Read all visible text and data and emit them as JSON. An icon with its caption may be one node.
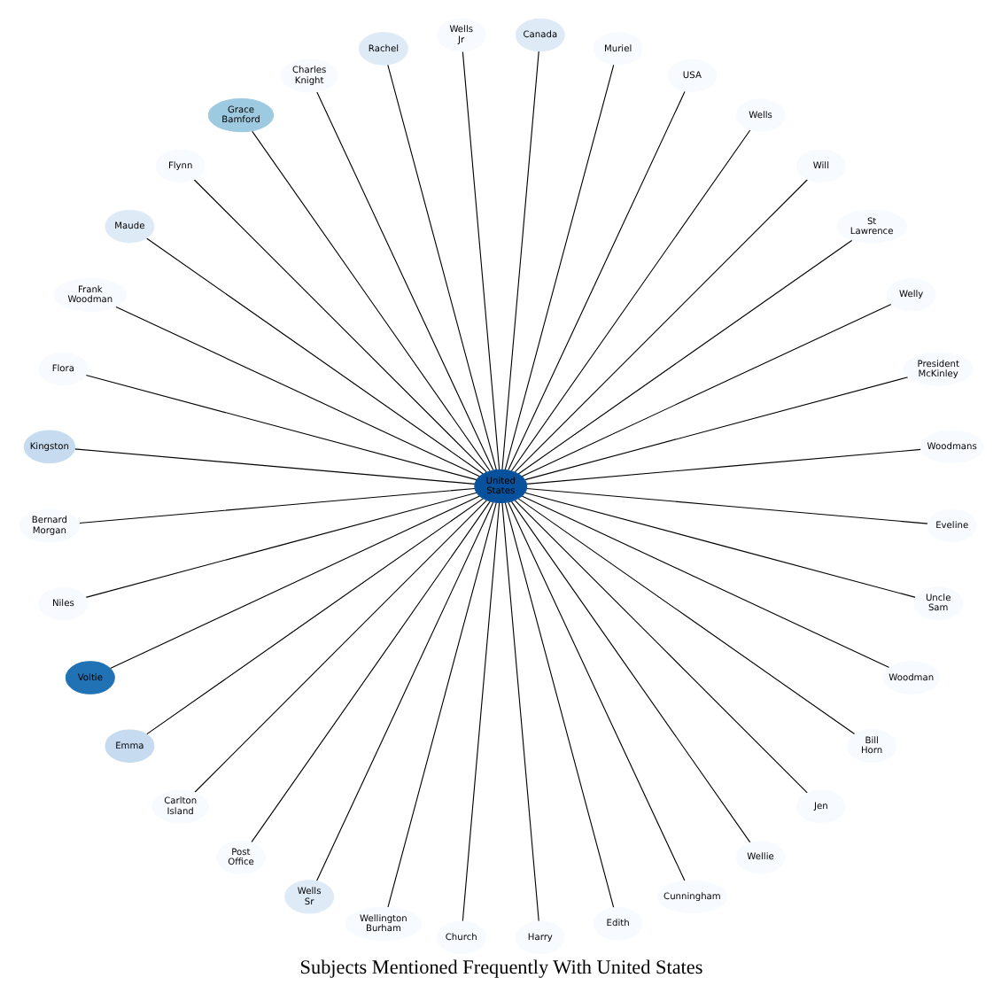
{
  "diagram": {
    "title": "Subjects Mentioned Frequently With United States",
    "nodes": [
      {
        "text": [
          "United States"
        ]
      },
      {
        "text": [
          "Woodmans"
        ]
      },
      {
        "text": [
          "President McKinley"
        ]
      },
      {
        "text": [
          "Welly"
        ]
      },
      {
        "text": [
          "St Lawrence"
        ]
      },
      {
        "text": [
          "Will"
        ]
      },
      {
        "text": [
          "Wells"
        ]
      },
      {
        "text": [
          "USA"
        ]
      },
      {
        "text": [
          "Muriel"
        ]
      },
      {
        "text": [
          "Canada"
        ]
      },
      {
        "text": [
          "Wells Jr"
        ]
      },
      {
        "text": [
          "Rachel"
        ]
      },
      {
        "text": [
          "Charles Knight"
        ]
      },
      {
        "text": [
          "Grace Bamford"
        ]
      },
      {
        "text": [
          "Flynn"
        ]
      },
      {
        "text": [
          "Maude"
        ]
      },
      {
        "text": [
          "Frank Woodman"
        ]
      },
      {
        "text": [
          "Flora"
        ]
      },
      {
        "text": [
          "Kingston"
        ]
      },
      {
        "text": [
          "Bernard Morgan"
        ]
      },
      {
        "text": [
          "Niles"
        ]
      },
      {
        "text": [
          "Voltie"
        ]
      },
      {
        "text": [
          "Emma"
        ]
      },
      {
        "text": [
          "Carlton Island"
        ]
      },
      {
        "text": [
          "Post Office"
        ]
      },
      {
        "text": [
          "Wells Sr"
        ]
      },
      {
        "text": [
          "Wellington Burham"
        ]
      },
      {
        "text": [
          "Church"
        ]
      },
      {
        "text": [
          "Harry"
        ]
      },
      {
        "text": [
          "Edith"
        ]
      },
      {
        "text": [
          "Cunningham"
        ]
      },
      {
        "text": [
          "Wellie"
        ]
      },
      {
        "text": [
          "Jen"
        ]
      },
      {
        "text": [
          "Bill Horn"
        ]
      },
      {
        "text": [
          "Woodman"
        ]
      },
      {
        "text": [
          "Uncle Sam"
        ]
      },
      {
        "text": [
          "Eveline"
        ]
      }
    ],
    "edges": [
      {
        "from": 0,
        "to": 1,
        "arrow": "none"
      },
      {
        "from": 0,
        "to": 2,
        "arrow": "none"
      },
      {
        "from": 0,
        "to": 3,
        "arrow": "none"
      },
      {
        "from": 0,
        "to": 4,
        "arrow": "none"
      },
      {
        "from": 0,
        "to": 5,
        "arrow": "none"
      },
      {
        "from": 0,
        "to": 6,
        "arrow": "none"
      },
      {
        "from": 0,
        "to": 7,
        "arrow": "none"
      },
      {
        "from": 0,
        "to": 8,
        "arrow": "none"
      },
      {
        "from": 0,
        "to": 9,
        "arrow": "none"
      },
      {
        "from": 0,
        "to": 10,
        "arrow": "none"
      },
      {
        "from": 0,
        "to": 11,
        "arrow": "none"
      },
      {
        "from": 0,
        "to": 12,
        "arrow": "none"
      },
      {
        "from": 0,
        "to": 13,
        "arrow": "none"
      },
      {
        "from": 0,
        "to": 14,
        "arrow": "none"
      },
      {
        "from": 0,
        "to": 15,
        "arrow": "none"
      },
      {
        "from": 0,
        "to": 16,
        "arrow": "none"
      },
      {
        "from": 0,
        "to": 17,
        "arrow": "none"
      },
      {
        "from": 0,
        "to": 18,
        "arrow": "none"
      },
      {
        "from": 0,
        "to": 19,
        "arrow": "none"
      },
      {
        "from": 0,
        "to": 20,
        "arrow": "none"
      },
      {
        "from": 0,
        "to": 21,
        "arrow": "none"
      },
      {
        "from": 0,
        "to": 22,
        "arrow": "none"
      },
      {
        "from": 0,
        "to": 23,
        "arrow": "none"
      },
      {
        "from": 0,
        "to": 24,
        "arrow": "none"
      },
      {
        "from": 0,
        "to": 25,
        "arrow": "none"
      },
      {
        "from": 0,
        "to": 26,
        "arrow": "none"
      },
      {
        "from": 0,
        "to": 27,
        "arrow": "none"
      },
      {
        "from": 0,
        "to": 28,
        "arrow": "none"
      },
      {
        "from": 0,
        "to": 29,
        "arrow": "none"
      },
      {
        "from": 0,
        "to": 30,
        "arrow": "none"
      },
      {
        "from": 0,
        "to": 31,
        "arrow": "none"
      },
      {
        "from": 0,
        "to": 32,
        "arrow": "none"
      },
      {
        "from": 0,
        "to": 33,
        "arrow": "none"
      },
      {
        "from": 0,
        "to": 34,
        "arrow": "none"
      },
      {
        "from": 0,
        "to": 35,
        "arrow": "none"
      },
      {
        "from": 0,
        "to": 36,
        "arrow": "none"
      }
    ]
  }
}
